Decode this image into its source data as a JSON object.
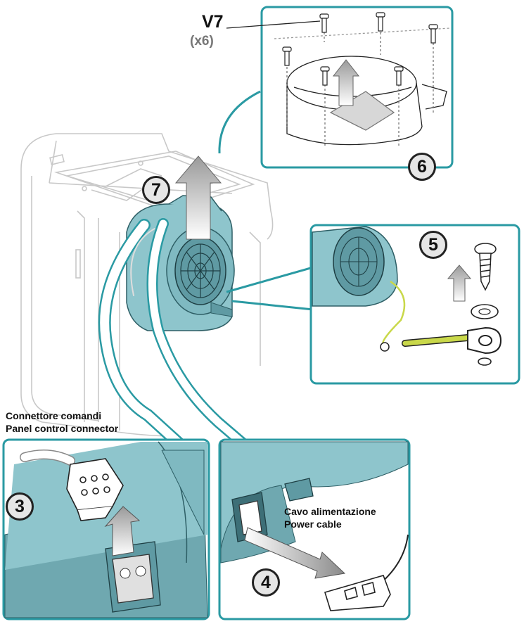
{
  "callouts": {
    "screw_code": "V7",
    "screw_qty": "(x6)",
    "panel_connector_it": "Connettore comandi",
    "panel_connector_en": "Panel control connector",
    "power_cable_it": "Cavo alimentazione",
    "power_cable_en": "Power cable"
  },
  "steps": [
    "3",
    "4",
    "5",
    "6",
    "7"
  ],
  "colors": {
    "frame": "#2a9aa3",
    "blower": "#8ec5cc",
    "blower_dark": "#4f8d96",
    "housing": "#c8c8c8",
    "arrow": "#bdbdbd",
    "ground_wire": "#c9d84a"
  }
}
